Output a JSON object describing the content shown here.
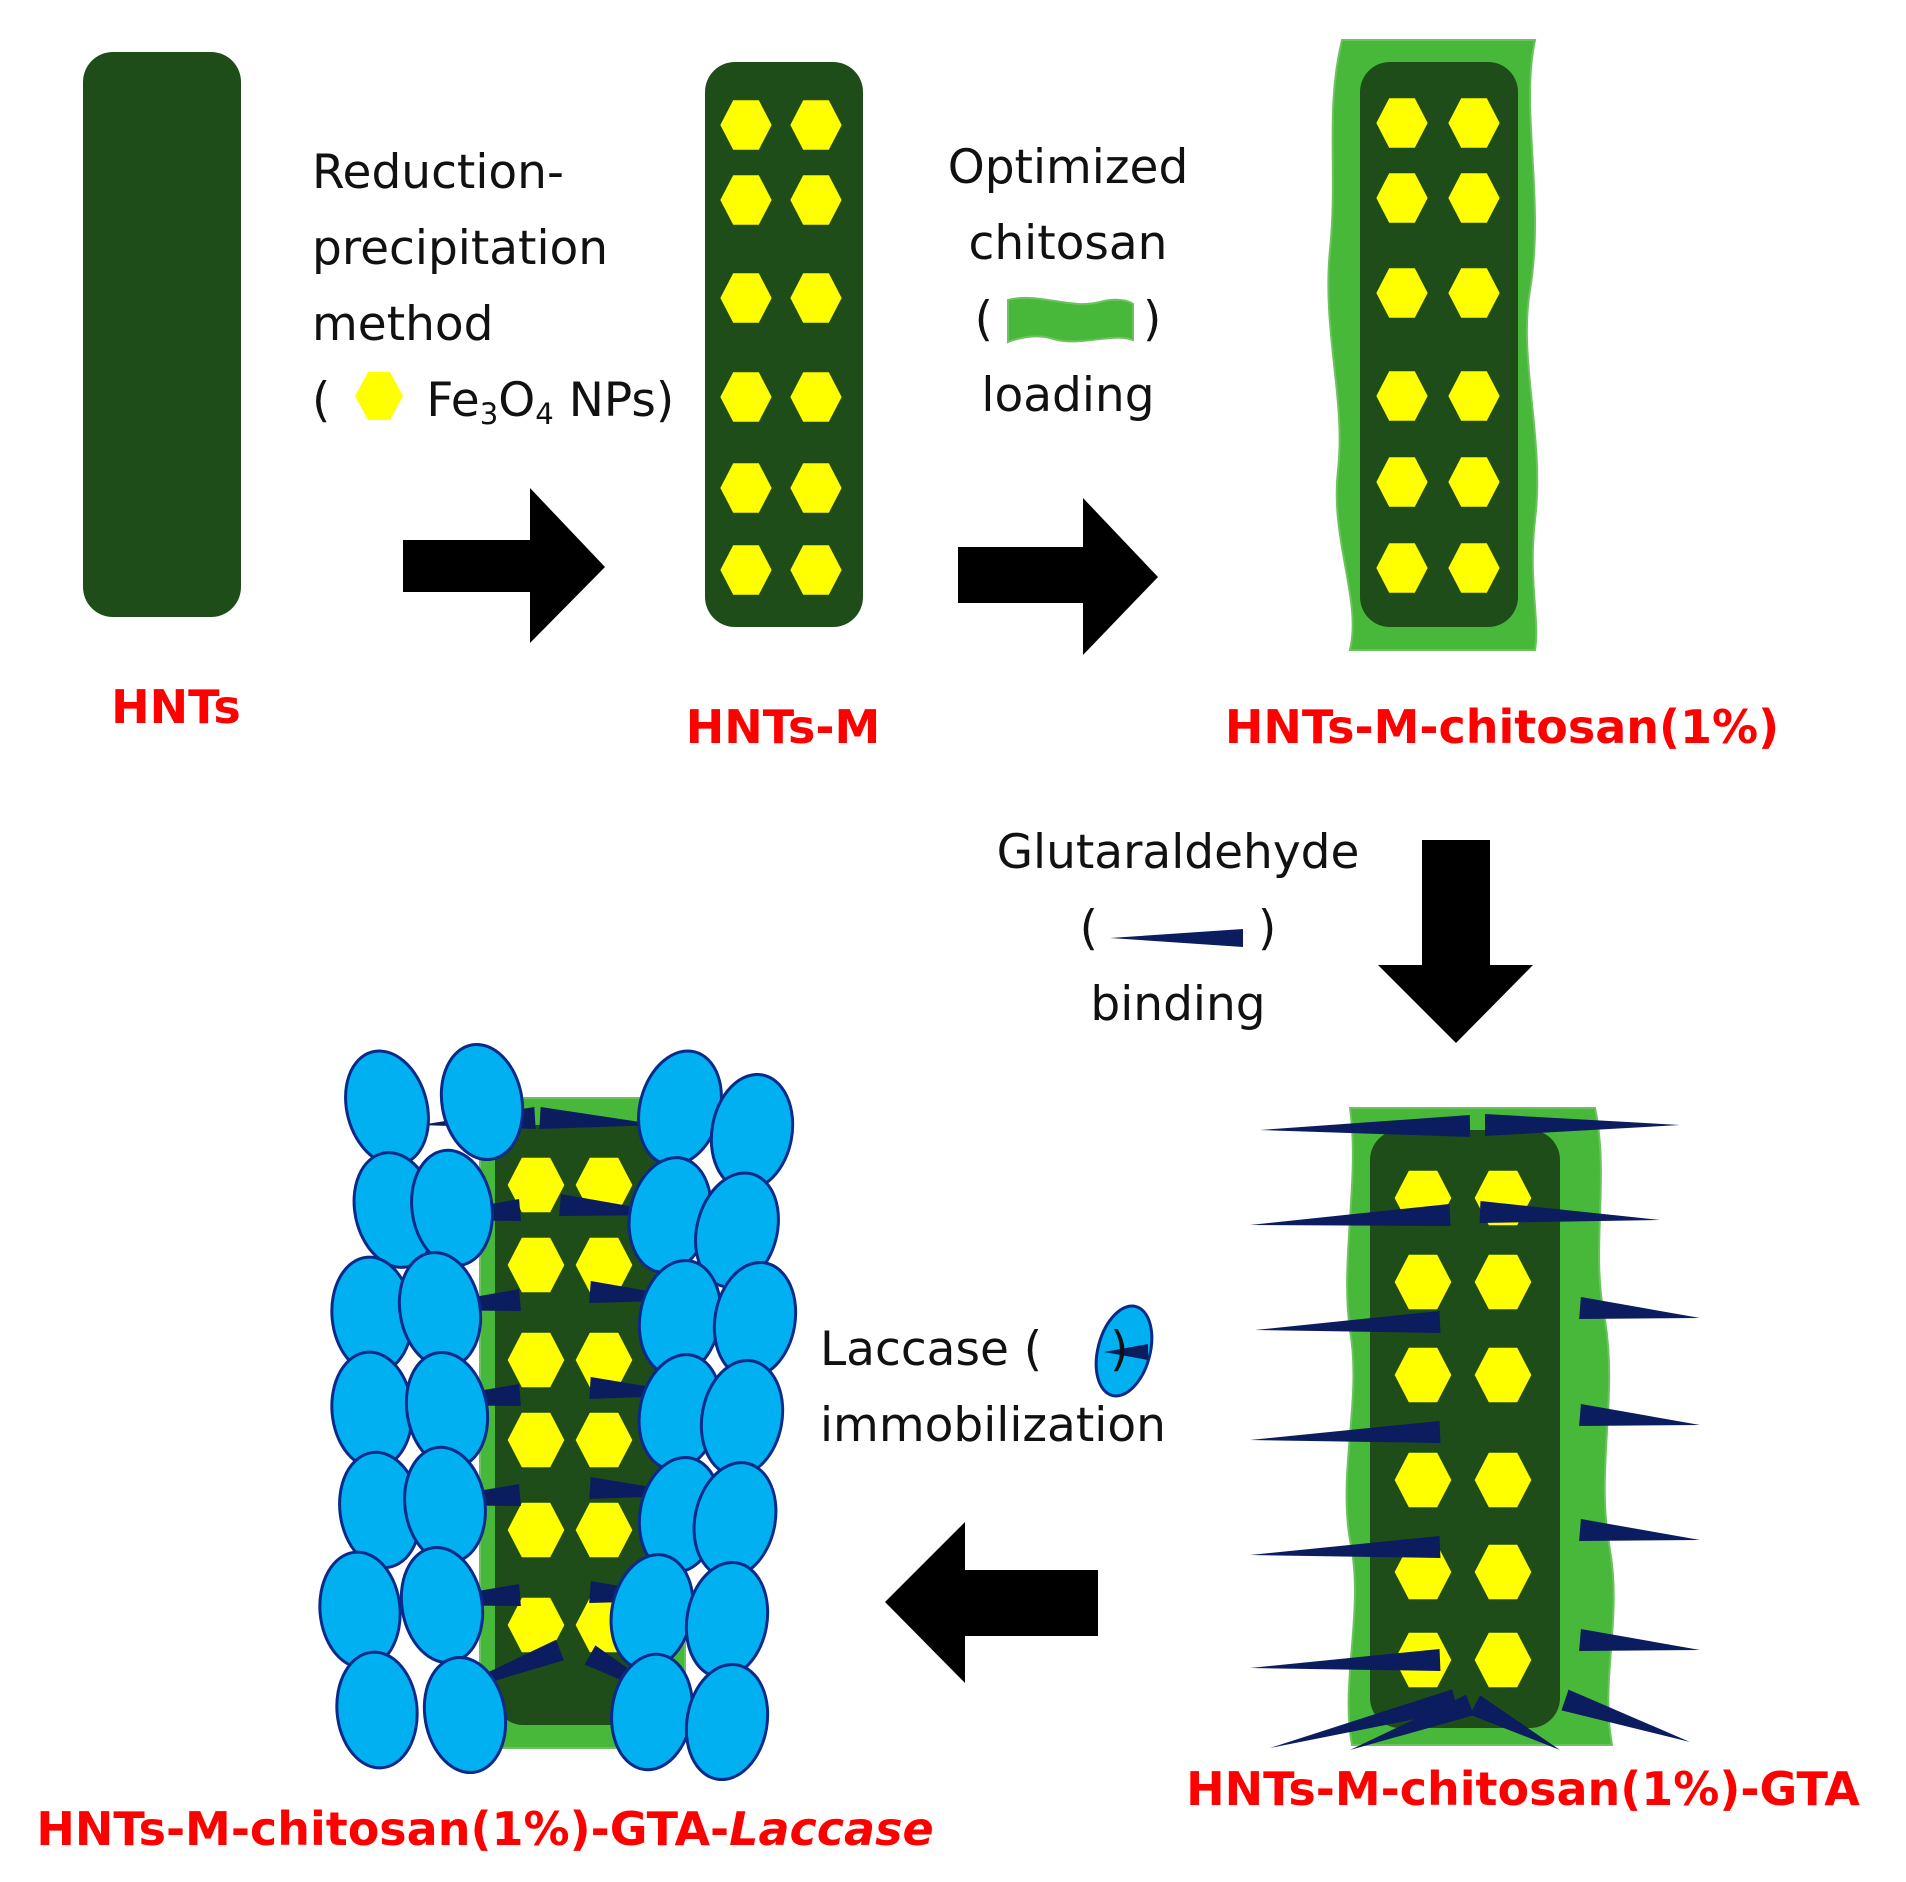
{
  "colors": {
    "core": "#1f4d19",
    "chitosan": "#47b83a",
    "chitosan_edge": "#6cc25e",
    "particle": "#ffff00",
    "arrow": "#000000",
    "linker": "#0b1d5e",
    "enzyme": "#00b0f0",
    "enzyme_edge": "#0a2a8a",
    "stage_label": "#ff0000"
  },
  "stages": {
    "hnts": "HNTs",
    "hnts_m": "HNTs-M",
    "chitosan": "HNTs-M-chitosan(1%)",
    "gta": "HNTs-M-chitosan(1%)-GTA",
    "laccase_prefix": "HNTs-M-chitosan(1%)-GTA-",
    "laccase_italic": "Laccase"
  },
  "steps": {
    "reduction": {
      "line1": "Reduction-",
      "line2": "precipitation",
      "line3": "method",
      "open": "(",
      "fe": "Fe",
      "sub3": "3",
      "o": "O",
      "sub4": "4",
      "nps": " NPs)"
    },
    "chitosan": {
      "line1": "Optimized",
      "line2": "chitosan",
      "open": "(",
      "close": ")",
      "line4": "loading"
    },
    "gta": {
      "line1": "Glutaraldehyde",
      "open": "(",
      "close": ")",
      "line3": "binding"
    },
    "laccase": {
      "line1": "Laccase  (",
      "close": ")",
      "line2": "immobilization"
    }
  },
  "icons": [
    "fe3o4-nanoparticle-icon",
    "chitosan-icon",
    "glutaraldehyde-icon",
    "laccase-icon"
  ]
}
